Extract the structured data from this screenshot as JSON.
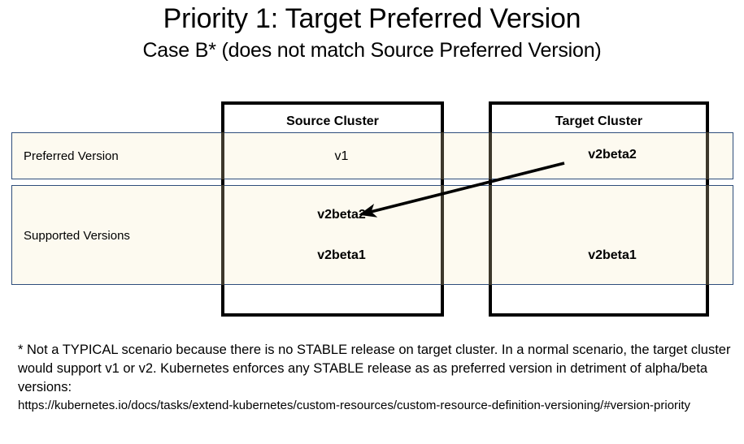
{
  "title": {
    "main": "Priority 1: Target Preferred Version",
    "subtitle": "Case B* (does not match Source Preferred Version)"
  },
  "diagram": {
    "columns": [
      {
        "id": "source",
        "heading": "Source Cluster"
      },
      {
        "id": "target",
        "heading": "Target Cluster"
      }
    ],
    "rows": [
      {
        "id": "preferred",
        "label": "Preferred Version"
      },
      {
        "id": "supported",
        "label": "Supported Versions"
      }
    ],
    "cells": {
      "preferred_source": "v1",
      "preferred_target": "v2beta2",
      "supported_source_1": "v2beta2",
      "supported_source_2": "v2beta1",
      "supported_target_1": "v2beta1"
    },
    "arrow": {
      "label": "match-arrow",
      "from": "preferred_target",
      "to": "supported_source_1"
    },
    "colors": {
      "row_background": "#FDFAF0",
      "row_border": "#2E4D7B",
      "cluster_border": "#000000",
      "arrow": "#000000",
      "page_background": "#FFFFFF"
    }
  },
  "footnote": {
    "text": "* Not a TYPICAL scenario because there is no STABLE release on target cluster. In a normal scenario, the target cluster would support v1 or v2. Kubernetes enforces any STABLE release as as preferred version in detriment of alpha/beta versions:",
    "url": "https://kubernetes.io/docs/tasks/extend-kubernetes/custom-resources/custom-resource-definition-versioning/#version-priority"
  }
}
